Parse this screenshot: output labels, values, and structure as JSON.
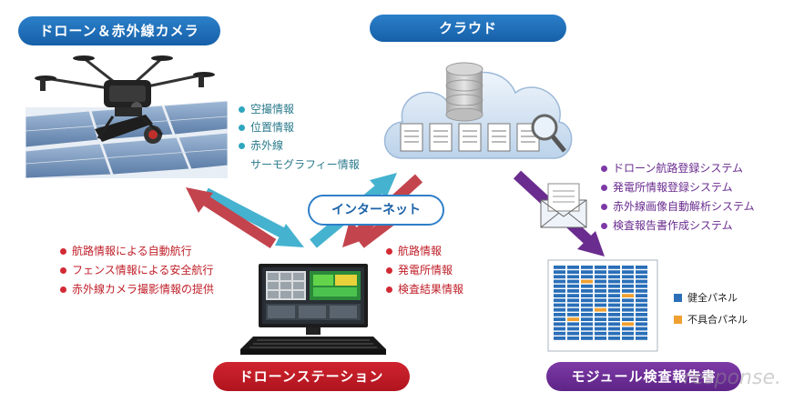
{
  "titles": {
    "drone_camera": "ドローン＆赤外線カメラ",
    "cloud": "クラウド",
    "drone_station": "ドローンステーション",
    "module_report": "モジュール検査報告書"
  },
  "internet_label": "インターネット",
  "upload_items": [
    "空撮情報",
    "位置情報",
    "赤外線",
    "サーモグラフィー情報"
  ],
  "drone_control_items": [
    "航路情報による自動航行",
    "フェンス情報による安全航行",
    "赤外線カメラ撮影情報の提供"
  ],
  "station_data_items": [
    "航路情報",
    "発電所情報",
    "検査結果情報"
  ],
  "cloud_systems": [
    "ドローン航路登録システム",
    "発電所情報登録システム",
    "赤外線画像自動解析システム",
    "検査報告書作成システム"
  ],
  "legend": [
    {
      "label": "健全パネル",
      "color": "#2a6fb8"
    },
    {
      "label": "不具合パネル",
      "color": "#f0a030"
    }
  ],
  "colors": {
    "blue": "#1c6fbd",
    "red": "#c0202a",
    "purple": "#6a2c8f",
    "teal_arrow": "#45b2cf",
    "red_arrow": "#c3444d"
  },
  "watermark": "response."
}
